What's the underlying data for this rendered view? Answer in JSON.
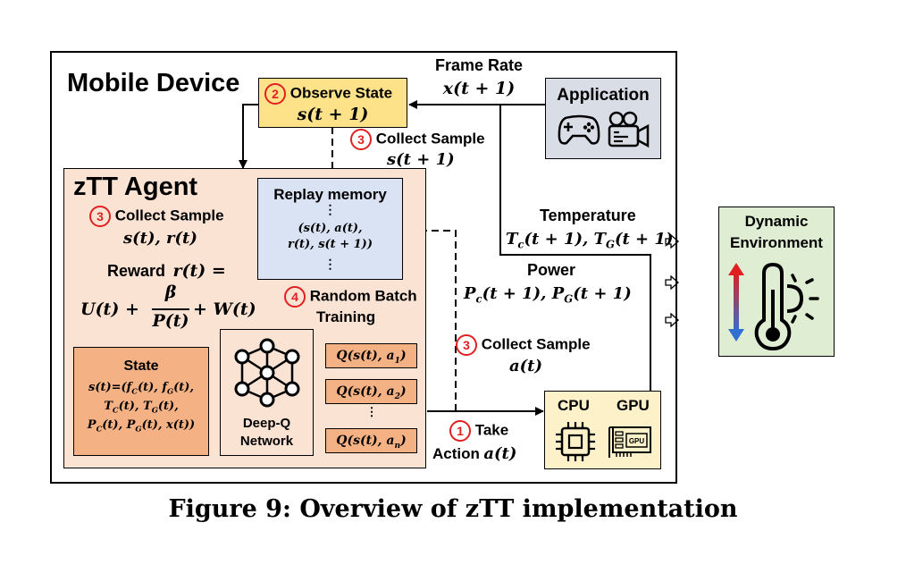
{
  "mobile_device": {
    "title": "Mobile Device"
  },
  "observe_state": {
    "step": "2",
    "label": "Observe State",
    "value": "s(t + 1)"
  },
  "frame_rate": {
    "label": "Frame Rate",
    "value": "x(t + 1)"
  },
  "application": {
    "label": "Application",
    "icons": [
      "gamepad-icon",
      "video-camera-icon"
    ]
  },
  "collect_sample_top": {
    "step": "3",
    "label": "Collect Sample",
    "value": "s(t + 1)"
  },
  "agent": {
    "title": "zTT Agent",
    "collect_sample": {
      "step": "3",
      "label": "Collect Sample",
      "value": "s(t), r(t)"
    },
    "reward": {
      "label": "Reward",
      "lhs": "r(t) =",
      "expr_left": "U(t) +",
      "numerator": "β",
      "denominator": "P(t)",
      "expr_right": "+ W(t)"
    },
    "replay_memory": {
      "title": "Replay memory",
      "dots": "⋮",
      "line1": "(s(t), a(t),",
      "line2": "r(t), s(t + 1))"
    },
    "random_batch": {
      "step": "4",
      "line1": "Random Batch",
      "line2": "Training"
    },
    "state": {
      "title": "State",
      "line1": "s(t)=(f_C(t), f_G(t),",
      "line2": "T_C(t), T_G(t),",
      "line3": "P_C(t), P_G(t), x(t))"
    },
    "dqn": {
      "line1": "Deep-Q",
      "line2": "Network"
    },
    "q_values": [
      "Q(s(t), a_1)",
      "Q(s(t), a_2)",
      "Q(s(t), a_n)"
    ],
    "q_dots": "⋮"
  },
  "temperature": {
    "label": "Temperature",
    "value": "T_c(t + 1), T_G(t + 1)"
  },
  "power": {
    "label": "Power",
    "value": "P_c(t + 1), P_G(t + 1)"
  },
  "collect_sample_action": {
    "step": "3",
    "label": "Collect Sample",
    "value": "a(t)"
  },
  "take_action": {
    "step": "1",
    "line1": "Take",
    "line2": "Action",
    "value": "a(t)"
  },
  "hardware": {
    "cpu": "CPU",
    "gpu": "GPU",
    "gpu_chip_text": "GPU"
  },
  "environment": {
    "line1": "Dynamic",
    "line2": "Environment"
  },
  "caption": "Figure 9: Overview of zTT implementation",
  "colors": {
    "observe_fill": "#fde28a",
    "application_fill": "#d9dde6",
    "agent_fill": "#fbe3d4",
    "replay_fill": "#dae3f3",
    "state_fill": "#f4b183",
    "hardware_fill": "#fdf1c9",
    "environment_fill": "#dfeed3",
    "step_red": "#e02020"
  }
}
